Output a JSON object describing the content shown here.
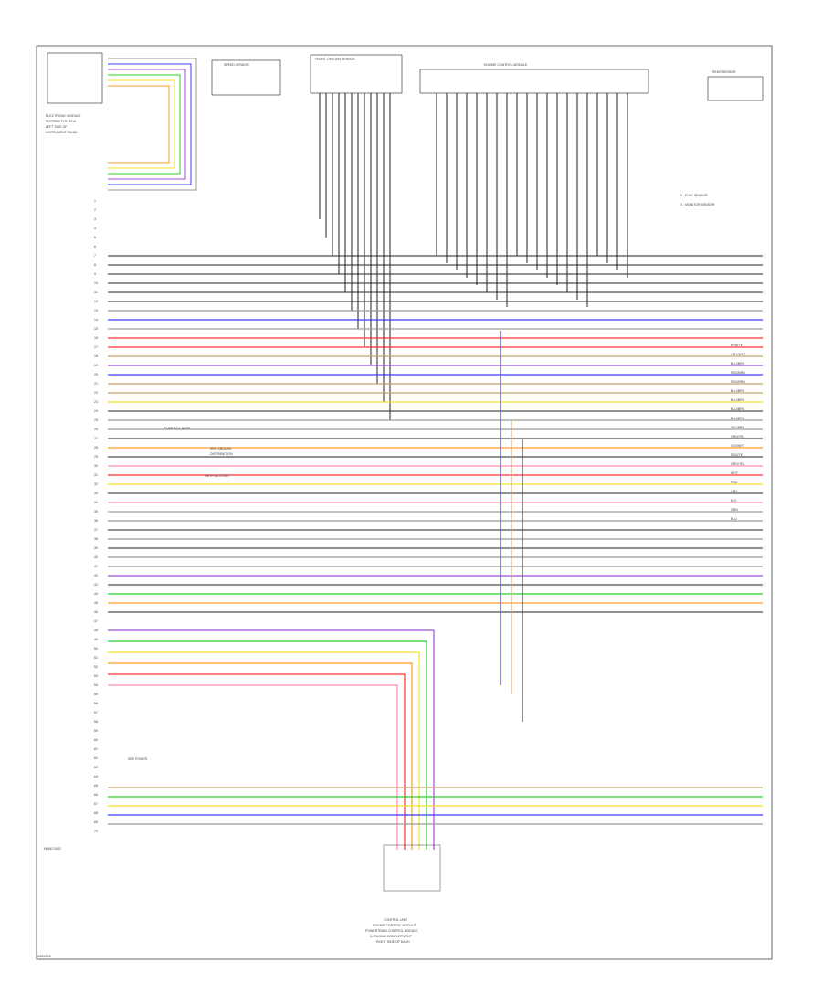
{
  "diagram": {
    "page_code": "H0842 0002",
    "footer_code": "W8890 00",
    "bottom_caption": [
      "CONTROL UNIT",
      "ENGINE CONTROL MODULE",
      "POWERTRAIN CONTROL MODULE",
      "IN ENGINE COMPARTMENT",
      "RIGHT SIDE OF DASH"
    ],
    "top_left_box_text": [
      "ELECTRONIC MODULE",
      "DISTRIBUTION BOX",
      "LEFT SIDE OF",
      "INSTRUMENT PANEL"
    ],
    "connector_boxes": [
      {
        "id": "c1",
        "label": "SPEED SENSOR"
      },
      {
        "id": "c2",
        "label": "FRONT OXYGEN SENSOR"
      },
      {
        "id": "c3",
        "label": "ENGINE CONTROL MODULE"
      },
      {
        "id": "c4",
        "label": "REAR SENSOR"
      }
    ],
    "legend": [
      "1 - FUEL SENSOR",
      "2 - MONITOR SENSOR"
    ],
    "notes": [
      "FUSE BOX NOTE",
      "SEE GROUND",
      "DISTRIBUTION",
      "WITH AUTO A/C",
      "SEE POWER"
    ],
    "left_pins": [
      "1",
      "2",
      "3",
      "4",
      "5",
      "6",
      "7",
      "8",
      "9",
      "10",
      "11",
      "12",
      "13",
      "14",
      "15",
      "16",
      "17",
      "18",
      "19",
      "20",
      "21",
      "22",
      "23",
      "24",
      "25",
      "26",
      "27",
      "28",
      "29",
      "30",
      "31",
      "32",
      "33",
      "34",
      "35",
      "36",
      "37",
      "38",
      "39",
      "40",
      "41",
      "42",
      "43",
      "44",
      "45",
      "46",
      "47",
      "48",
      "49",
      "50",
      "51",
      "52",
      "53",
      "54",
      "55",
      "56",
      "57",
      "58",
      "59",
      "60",
      "61",
      "62",
      "63",
      "64",
      "65",
      "66",
      "67",
      "68",
      "69",
      "70"
    ],
    "wire_labels": [
      "BRN/YEL",
      "GRY/WHT",
      "BLU/BRN",
      "RED/BRN",
      "RED/BRN",
      "BLU/BRN",
      "BLU/BRN",
      "BLU/BRN",
      "BLU/BRN",
      "YEL/BRN",
      "GRN/YEL",
      "VIO/WHT",
      "RED/YEL",
      "ORG/YEL",
      "WHT",
      "RED",
      "GRY",
      "BLK",
      "GRN",
      "BLU"
    ]
  },
  "colors": {
    "black": "#222222",
    "blue": "#3b3bff",
    "red": "#ff3030",
    "orange": "#ff9a2a",
    "yellow": "#f2e12b",
    "green": "#2bd02b",
    "violet": "#9b4fd6",
    "tan": "#c8a46a",
    "gray": "#9a9a9a",
    "brown": "#8a5a2a",
    "pink": "#ff8fb0",
    "lightgreen": "#8ee08e"
  }
}
